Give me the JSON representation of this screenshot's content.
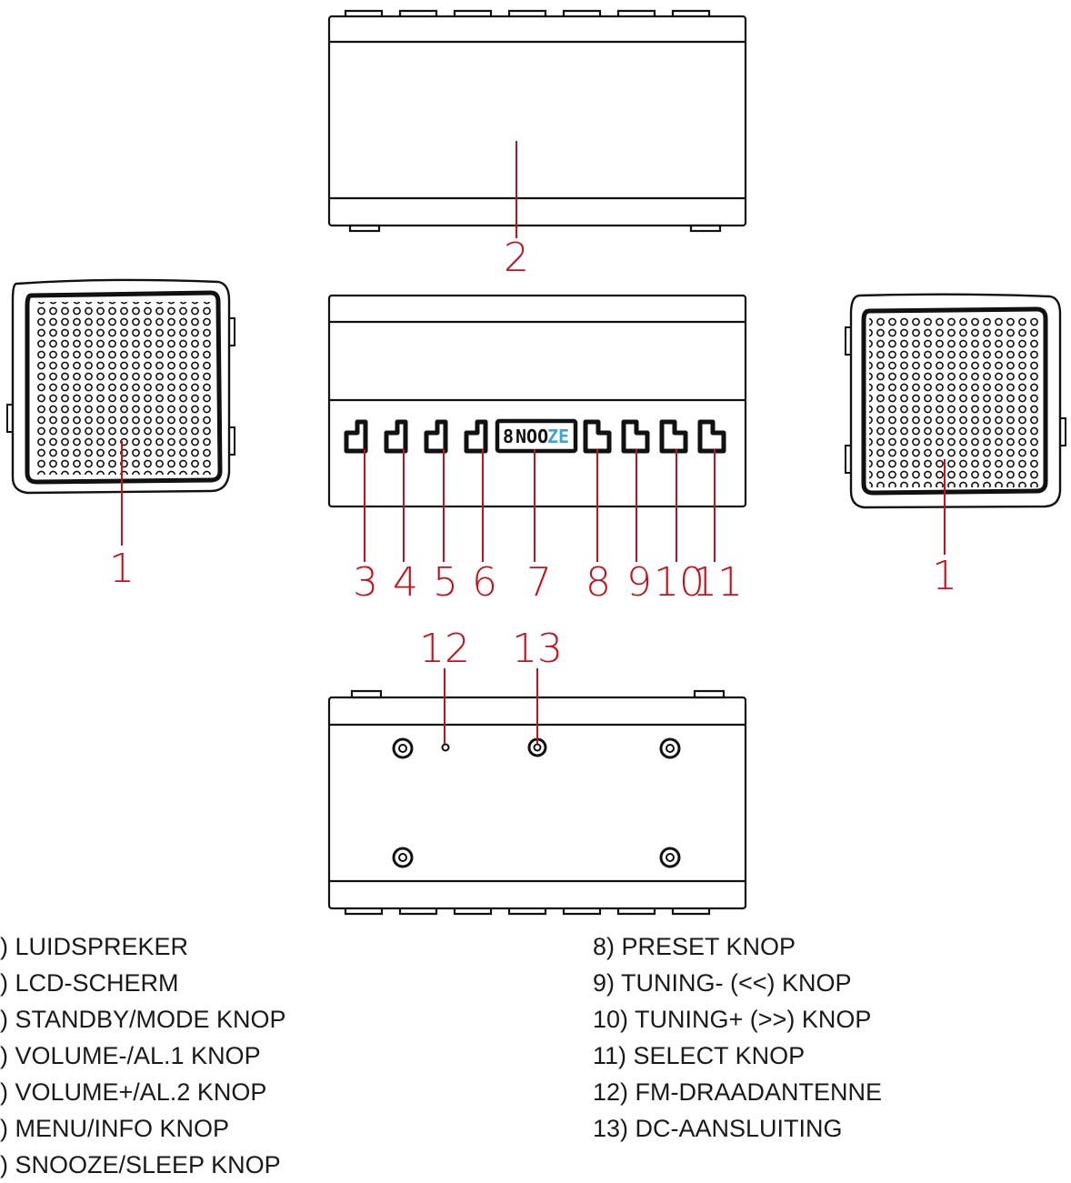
{
  "callouts": {
    "c1_left": "1",
    "c1_right": "1",
    "c2": "2",
    "c3": "3",
    "c4": "4",
    "c5": "5",
    "c6": "6",
    "c7": "7",
    "c8": "8",
    "c9": "9",
    "c10": "10",
    "c11": "11",
    "c12": "12",
    "c13": "13"
  },
  "lcd": {
    "digit": "8",
    "text_a": "NOO",
    "text_b": "ZE"
  },
  "legend_left": [
    ") LUIDSPREKER",
    ") LCD-SCHERM",
    ") STANDBY/MODE KNOP",
    ") VOLUME-/AL.1 KNOP",
    ") VOLUME+/AL.2 KNOP",
    ") MENU/INFO KNOP",
    ") SNOOZE/SLEEP KNOP"
  ],
  "legend_right": [
    "8) PRESET KNOP",
    "9) TUNING- (<<) KNOP",
    "10) TUNING+ (>>) KNOP",
    "11) SELECT KNOP",
    "12) FM-DRAADANTENNE",
    "13) DC-AANSLUITING"
  ],
  "colors": {
    "line": "#111111",
    "callout": "#c8101c",
    "lcd_blue": "#3aa6d8"
  }
}
